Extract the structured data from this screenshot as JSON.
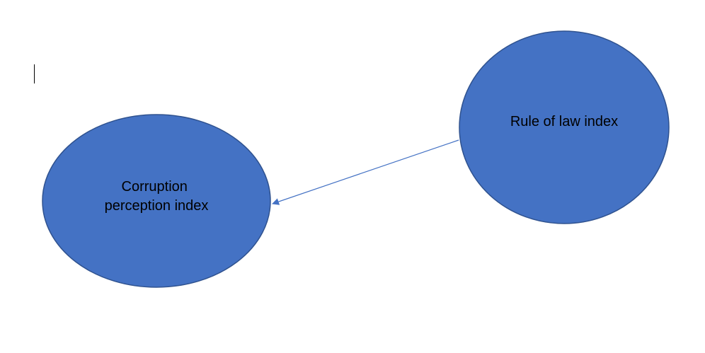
{
  "diagram": {
    "nodes": [
      {
        "id": "corruption",
        "label_lines": [
          "Corruption",
          "perception index"
        ]
      },
      {
        "id": "rule_of_law",
        "label_lines": [
          "Rule of law index"
        ]
      }
    ],
    "edges": [
      {
        "from": "rule_of_law",
        "to": "corruption",
        "directed": true
      }
    ]
  },
  "colors": {
    "node_fill": "#4472C4",
    "node_stroke": "#2F528F",
    "edge": "#4472C4"
  }
}
